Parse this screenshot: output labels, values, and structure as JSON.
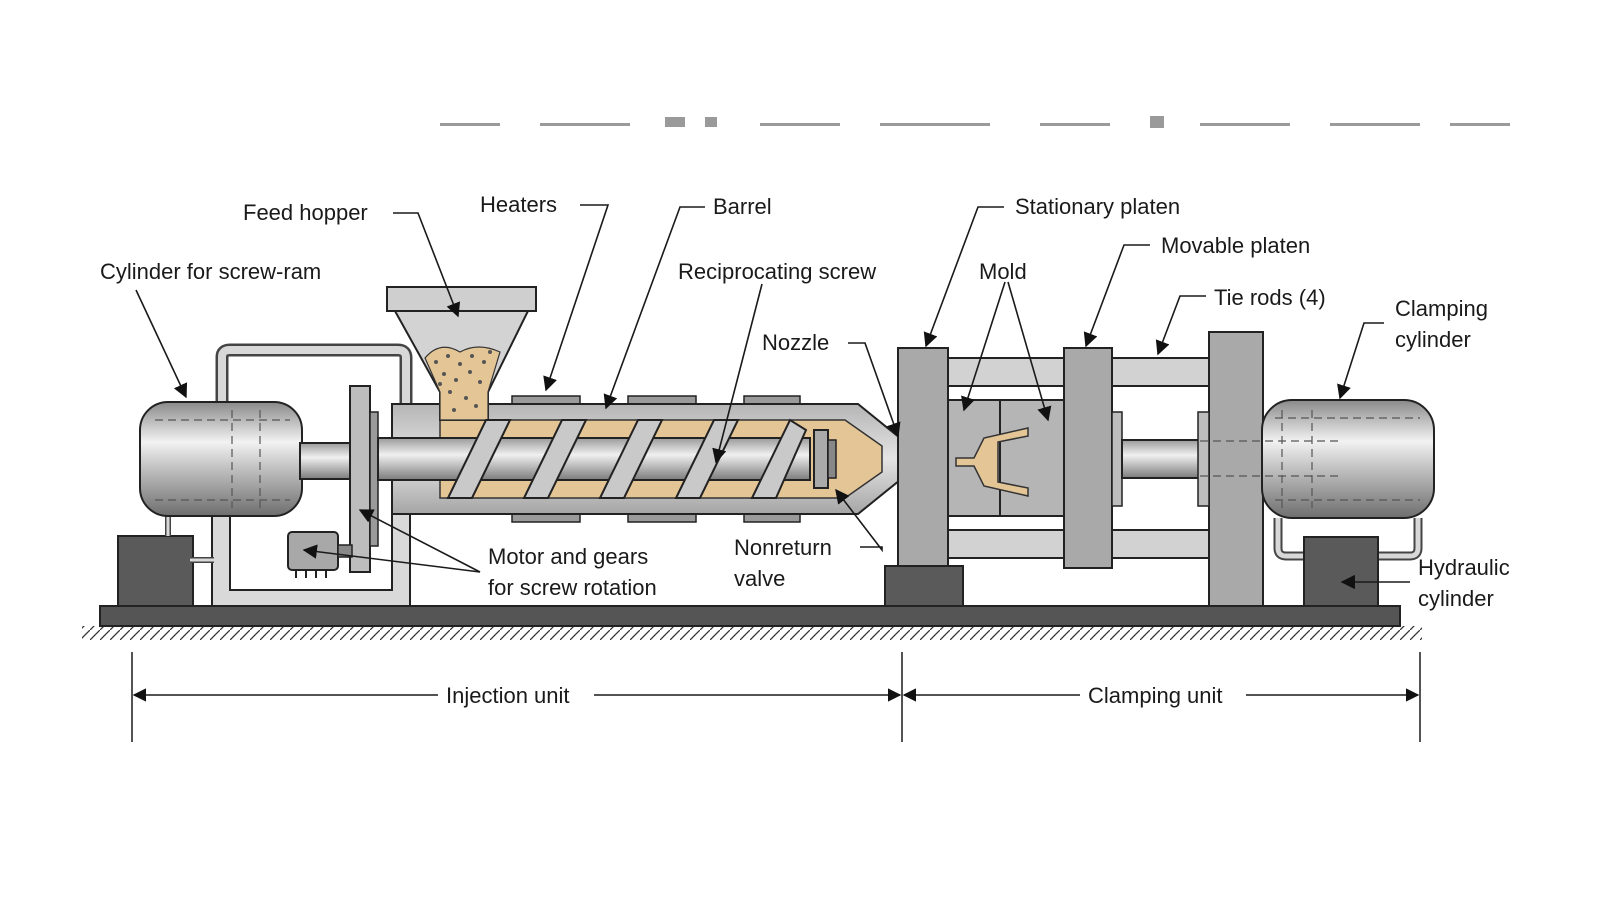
{
  "labels": {
    "feed_hopper": "Feed hopper",
    "heaters": "Heaters",
    "barrel": "Barrel",
    "cylinder_screw_ram": "Cylinder for screw-ram",
    "reciprocating_screw": "Reciprocating screw",
    "nozzle": "Nozzle",
    "stationary_platen": "Stationary platen",
    "movable_platen": "Movable platen",
    "mold": "Mold",
    "tie_rods": "Tie rods (4)",
    "clamping_cylinder_1": "Clamping",
    "clamping_cylinder_2": "cylinder",
    "motor_gears_1": "Motor and gears",
    "motor_gears_2": "for screw rotation",
    "nonreturn_valve_1": "Nonreturn",
    "nonreturn_valve_2": "valve",
    "hydraulic_cylinder_1": "Hydraulic",
    "hydraulic_cylinder_2": "cylinder"
  },
  "dimensions": {
    "injection_unit": "Injection unit",
    "clamping_unit": "Clamping unit"
  },
  "colors": {
    "metal_light": "#d6d6d6",
    "metal_dark": "#7a7a7a",
    "plastic": "#e3c596",
    "base": "#555555"
  }
}
